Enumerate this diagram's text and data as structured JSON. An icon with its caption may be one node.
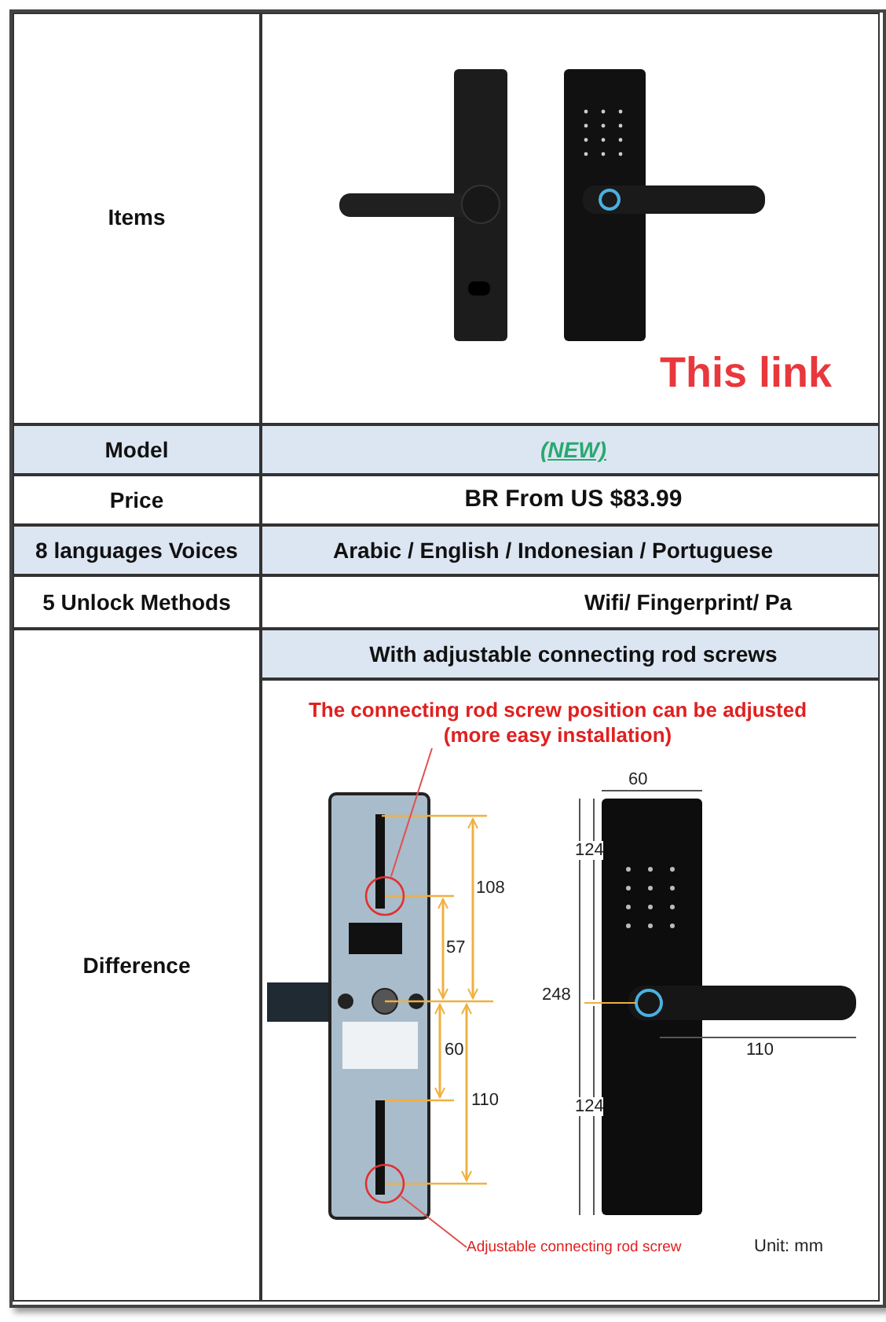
{
  "diagram": {
    "nodes": [
      {
        "text": [
          "The connecting rod screw position can be adjusted (more easy installation)"
        ]
      },
      {
        "text": [],
        "shape": "circle"
      },
      {
        "text": [],
        "shape": "circle"
      },
      {
        "text": [
          "Adjustable connecting rod screw"
        ]
      }
    ],
    "edges": [
      {
        "from": 0,
        "to": 1,
        "arrow": "none"
      },
      {
        "from": 3,
        "to": 2,
        "arrow": "none"
      }
    ],
    "labels": [
      "Items",
      "This link",
      "Model",
      "(NEW)",
      "Price",
      "BR From US $83.99",
      "8 languages Voices",
      "Arabic / English / Indonesian / Portuguese",
      "5 Unlock Methods",
      "Wifi/ Fingerprint/ Pa",
      "Difference",
      "With adjustable connecting rod screws",
      "60",
      "124",
      "108",
      "57",
      "248",
      "60",
      "110",
      "110",
      "124",
      "Unit: mm"
    ]
  }
}
